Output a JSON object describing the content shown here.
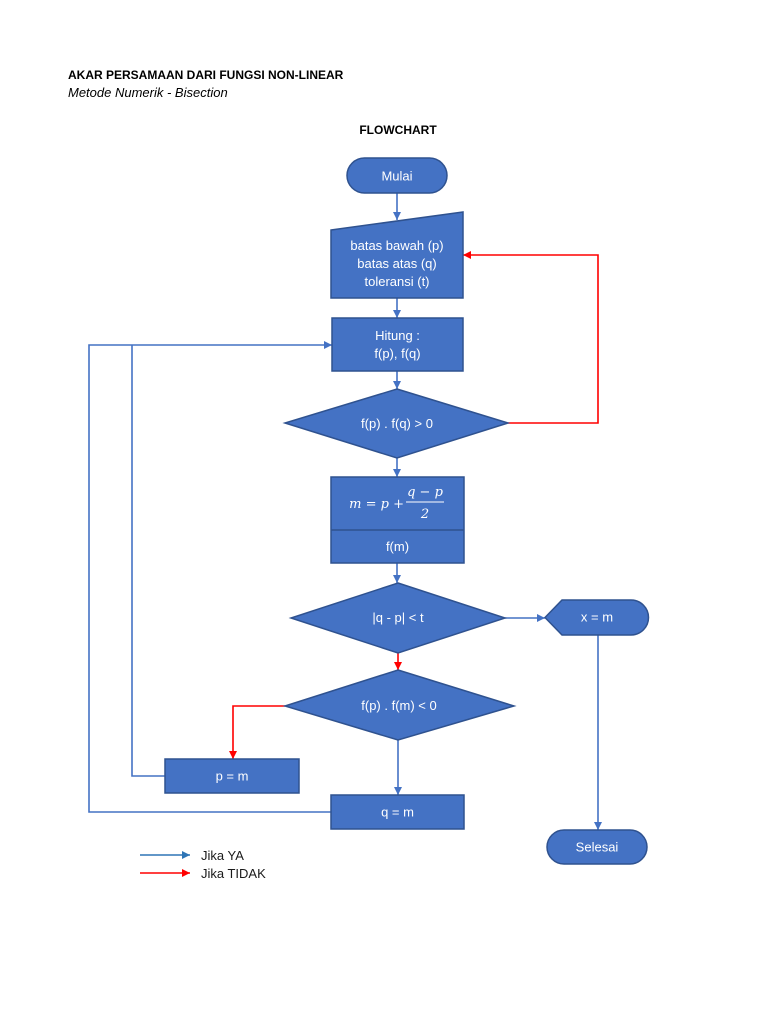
{
  "document": {
    "title": "AKAR PERSAMAAN DARI FUNGSI NON-LINEAR",
    "subtitle": "Metode Numerik - Bisection",
    "heading": "FLOWCHART"
  },
  "flowchart": {
    "start": {
      "label": "Mulai"
    },
    "input": {
      "lines": [
        "batas bawah (p)",
        "batas atas (q)",
        "toleransi (t)"
      ]
    },
    "evaluate": {
      "lines": [
        "Hitung :",
        "f(p), f(q)"
      ]
    },
    "check_sign": {
      "label": "f(p) . f(q) > 0"
    },
    "midpoint": {
      "formula": {
        "lhs": "m = p +",
        "numerator": "q − p",
        "denominator": "2"
      },
      "evaluate": "f(m)"
    },
    "check_tolerance": {
      "label": "|q - p| < t"
    },
    "output": {
      "label": "x = m"
    },
    "end": {
      "label": "Selesai"
    },
    "check_update": {
      "label": "f(p) . f(m) < 0"
    },
    "update_p": {
      "label": "p = m"
    },
    "update_q": {
      "label": "q = m"
    }
  },
  "legend": {
    "items": [
      {
        "label": "Jika YA",
        "color": "#2E75B6"
      },
      {
        "label": "Jika TIDAK",
        "color": "#FF0000"
      }
    ]
  },
  "colors": {
    "shape_fill": "#4472C4",
    "shape_stroke": "#2F528F",
    "node_text": "#FFFFFF",
    "connector_yes": "#4472C4",
    "connector_no": "#FF0000"
  }
}
